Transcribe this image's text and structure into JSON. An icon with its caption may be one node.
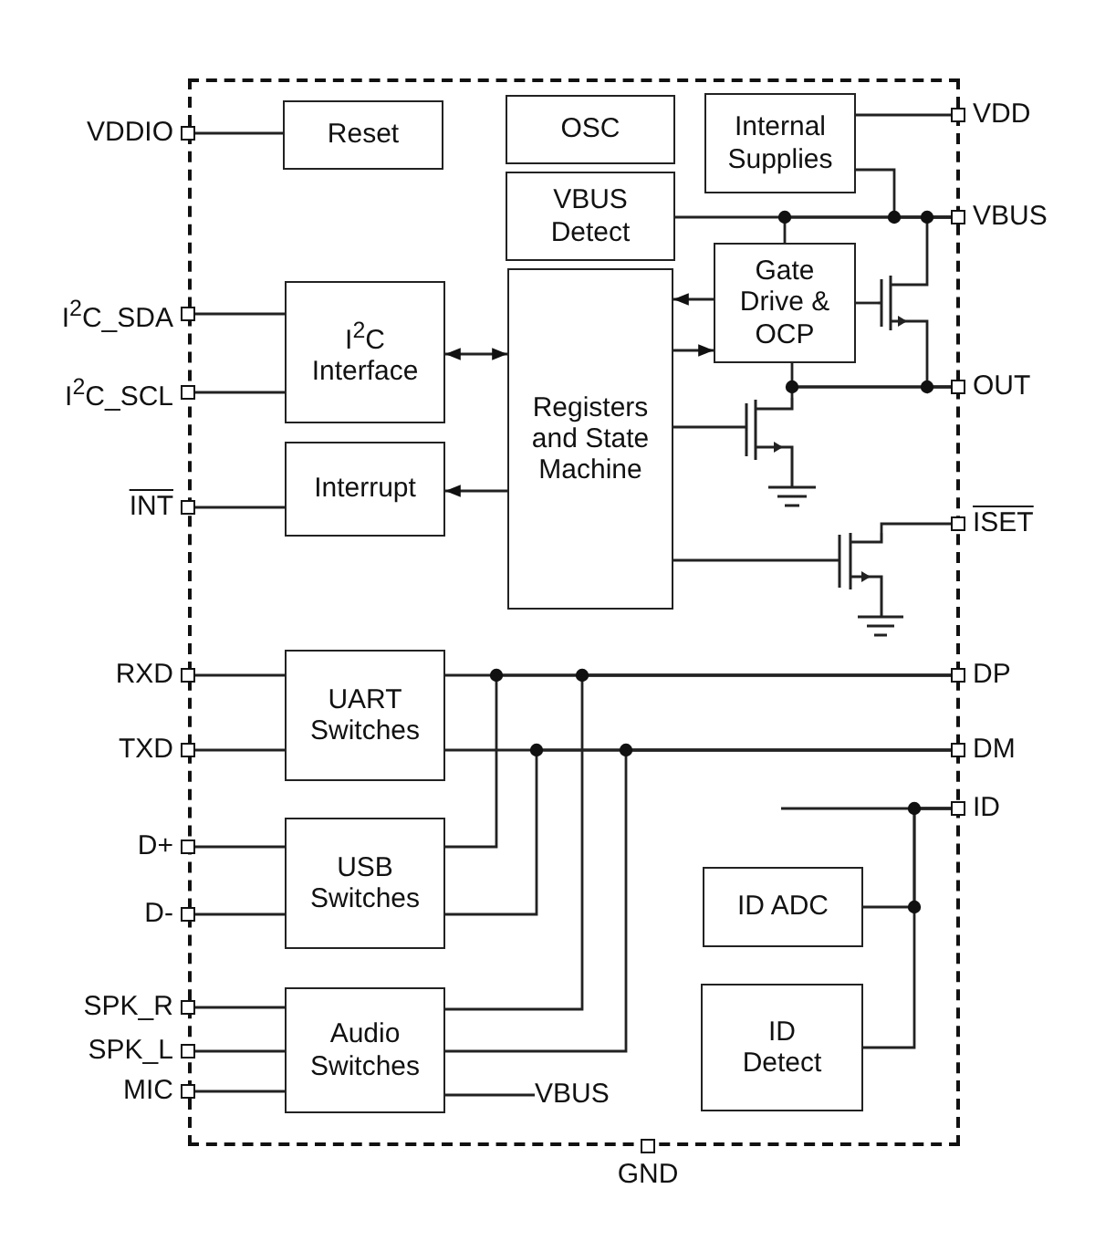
{
  "diagram": {
    "nodes": [
      {
        "text": [],
        "shape": "box"
      },
      {
        "text": [
          "VDDIO"
        ]
      },
      {
        "text": [
          "Reset"
        ],
        "in": 0
      },
      {
        "text": [
          "OSC"
        ],
        "in": 0
      },
      {
        "text": [
          "Internal Supplies"
        ],
        "in": 0
      },
      {
        "text": [
          "VDD"
        ]
      },
      {
        "text": [
          "VBUS Detect"
        ],
        "in": 0
      },
      {
        "text": [
          "VBUS"
        ]
      },
      {
        "text": [
          "Gate Drive & OCP"
        ],
        "in": 0
      },
      {
        "text": [
          "I$^{2}$C_SDA"
        ]
      },
      {
        "text": [
          "I$^{2}$C Interface"
        ],
        "in": 0
      },
      {
        "text": [
          "Registers and State Machine"
        ],
        "in": 0
      },
      {
        "text": [],
        "shape": "transistor",
        "in": 0
      },
      {
        "text": [
          "I$^{2}$C_SCL"
        ]
      },
      {
        "text": [
          "OUT"
        ]
      },
      {
        "text": [],
        "shape": "transistor",
        "in": 0
      },
      {
        "text": [
          "INT"
        ]
      },
      {
        "text": [
          "Interrupt"
        ],
        "in": 0
      },
      {
        "text": [
          "ISET"
        ]
      },
      {
        "text": [],
        "shape": "transistor",
        "in": 0
      },
      {
        "text": [
          "RXD"
        ]
      },
      {
        "text": [
          "UART Switches"
        ],
        "in": 0
      },
      {
        "text": [
          "DP"
        ]
      },
      {
        "text": [
          "TXD"
        ]
      },
      {
        "text": [
          "DM"
        ]
      },
      {
        "text": [
          "ID"
        ]
      },
      {
        "text": [
          "D+"
        ]
      },
      {
        "text": [
          "USB Switches"
        ],
        "in": 0
      },
      {
        "text": [
          "ID ADC"
        ],
        "in": 0
      },
      {
        "text": [
          "D-"
        ]
      },
      {
        "text": [
          "SPK_R"
        ]
      },
      {
        "text": [
          "Audio Switches"
        ],
        "in": 0
      },
      {
        "text": [
          "ID Detect"
        ],
        "in": 0
      },
      {
        "text": [
          "SPK_L"
        ]
      },
      {
        "text": [
          "MIC"
        ]
      },
      {
        "text": [
          "VBUS"
        ],
        "in": 0
      },
      {
        "text": [
          "GND"
        ]
      }
    ],
    "edges": [
      {
        "from": 1,
        "to": 2,
        "arrow": "none"
      },
      {
        "from": 9,
        "to": 10,
        "arrow": "none"
      },
      {
        "from": 13,
        "to": 10,
        "arrow": "none"
      },
      {
        "from": 16,
        "to": 17,
        "arrow": "none"
      },
      {
        "from": 10,
        "to": 11,
        "arrow": "both"
      },
      {
        "from": 11,
        "to": 17,
        "arrow": "to"
      },
      {
        "from": 4,
        "to": 5,
        "arrow": "none"
      },
      {
        "from": 4,
        "to": 7,
        "arrow": "none"
      },
      {
        "from": 6,
        "to": 7,
        "arrow": "none"
      },
      {
        "from": 8,
        "to": 7,
        "arrow": "none"
      },
      {
        "from": 8,
        "to": 11,
        "arrow": "to"
      },
      {
        "from": 11,
        "to": 8,
        "arrow": "to"
      },
      {
        "from": 8,
        "to": 12,
        "arrow": "none"
      },
      {
        "from": 12,
        "to": 7,
        "arrow": "none"
      },
      {
        "from": 12,
        "to": 14,
        "arrow": "none"
      },
      {
        "from": 8,
        "to": 14,
        "arrow": "none"
      },
      {
        "from": 15,
        "to": 14,
        "arrow": "none"
      },
      {
        "from": 11,
        "to": 15,
        "arrow": "none"
      },
      {
        "from": 11,
        "to": 19,
        "arrow": "none"
      },
      {
        "from": 19,
        "to": 18,
        "arrow": "none"
      },
      {
        "from": 20,
        "to": 21,
        "arrow": "none"
      },
      {
        "from": 23,
        "to": 21,
        "arrow": "none"
      },
      {
        "from": 21,
        "to": 22,
        "arrow": "none"
      },
      {
        "from": 21,
        "to": 24,
        "arrow": "none"
      },
      {
        "from": 27,
        "to": 22,
        "arrow": "none"
      },
      {
        "from": 27,
        "to": 24,
        "arrow": "none"
      },
      {
        "from": 31,
        "to": 22,
        "arrow": "none"
      },
      {
        "from": 31,
        "to": 24,
        "arrow": "none"
      },
      {
        "from": 26,
        "to": 27,
        "arrow": "none"
      },
      {
        "from": 29,
        "to": 27,
        "arrow": "none"
      },
      {
        "from": 30,
        "to": 31,
        "arrow": "none"
      },
      {
        "from": 33,
        "to": 31,
        "arrow": "none"
      },
      {
        "from": 34,
        "to": 31,
        "arrow": "none"
      },
      {
        "from": 31,
        "to": 35,
        "arrow": "none"
      },
      {
        "from": 28,
        "to": 25,
        "arrow": "none"
      },
      {
        "from": 32,
        "to": 25,
        "arrow": "none"
      },
      {
        "from": null,
        "to": 25,
        "arrow": "none"
      }
    ]
  }
}
